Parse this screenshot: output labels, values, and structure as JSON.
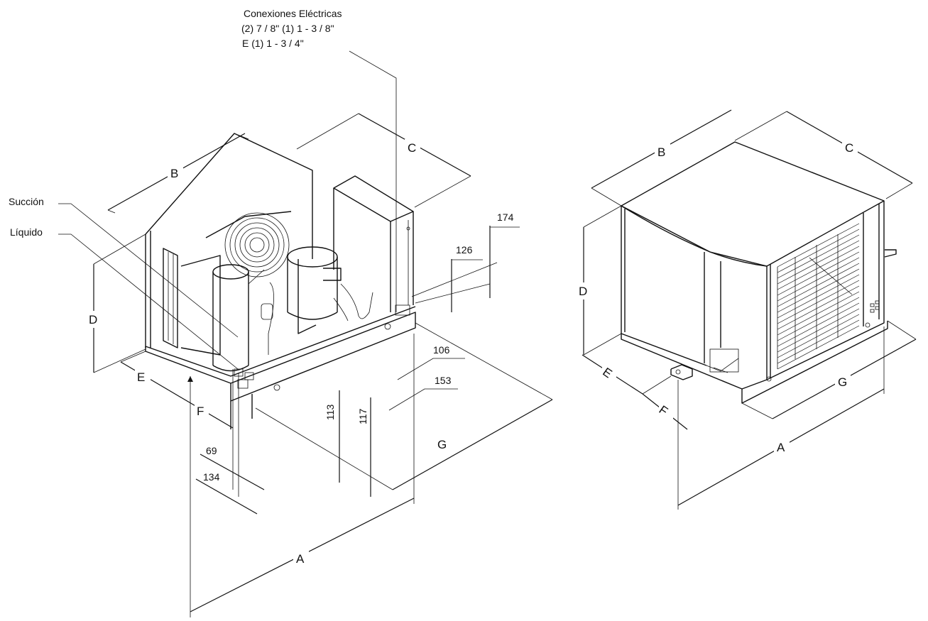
{
  "header": {
    "title": "Conexiones Eléctricas",
    "line1": "(2)  7 / 8\"    (1)  1 - 3 / 8\"",
    "line2": "E  (1)  1 - 3 / 4\""
  },
  "callouts": {
    "suction": "Succión",
    "liquid": "Líquido"
  },
  "left_view": {
    "dims": {
      "a": "A",
      "b": "B",
      "c": "C",
      "d": "D",
      "e": "E",
      "f": "F",
      "g": "G",
      "v174": "174",
      "v126": "126",
      "v106": "106",
      "v153": "153",
      "v113": "113",
      "v117": "117",
      "v69": "69",
      "v134": "134"
    }
  },
  "right_view": {
    "dims": {
      "a": "A",
      "b": "B",
      "c": "C",
      "d": "D",
      "e": "E",
      "f": "F",
      "g": "G"
    }
  }
}
